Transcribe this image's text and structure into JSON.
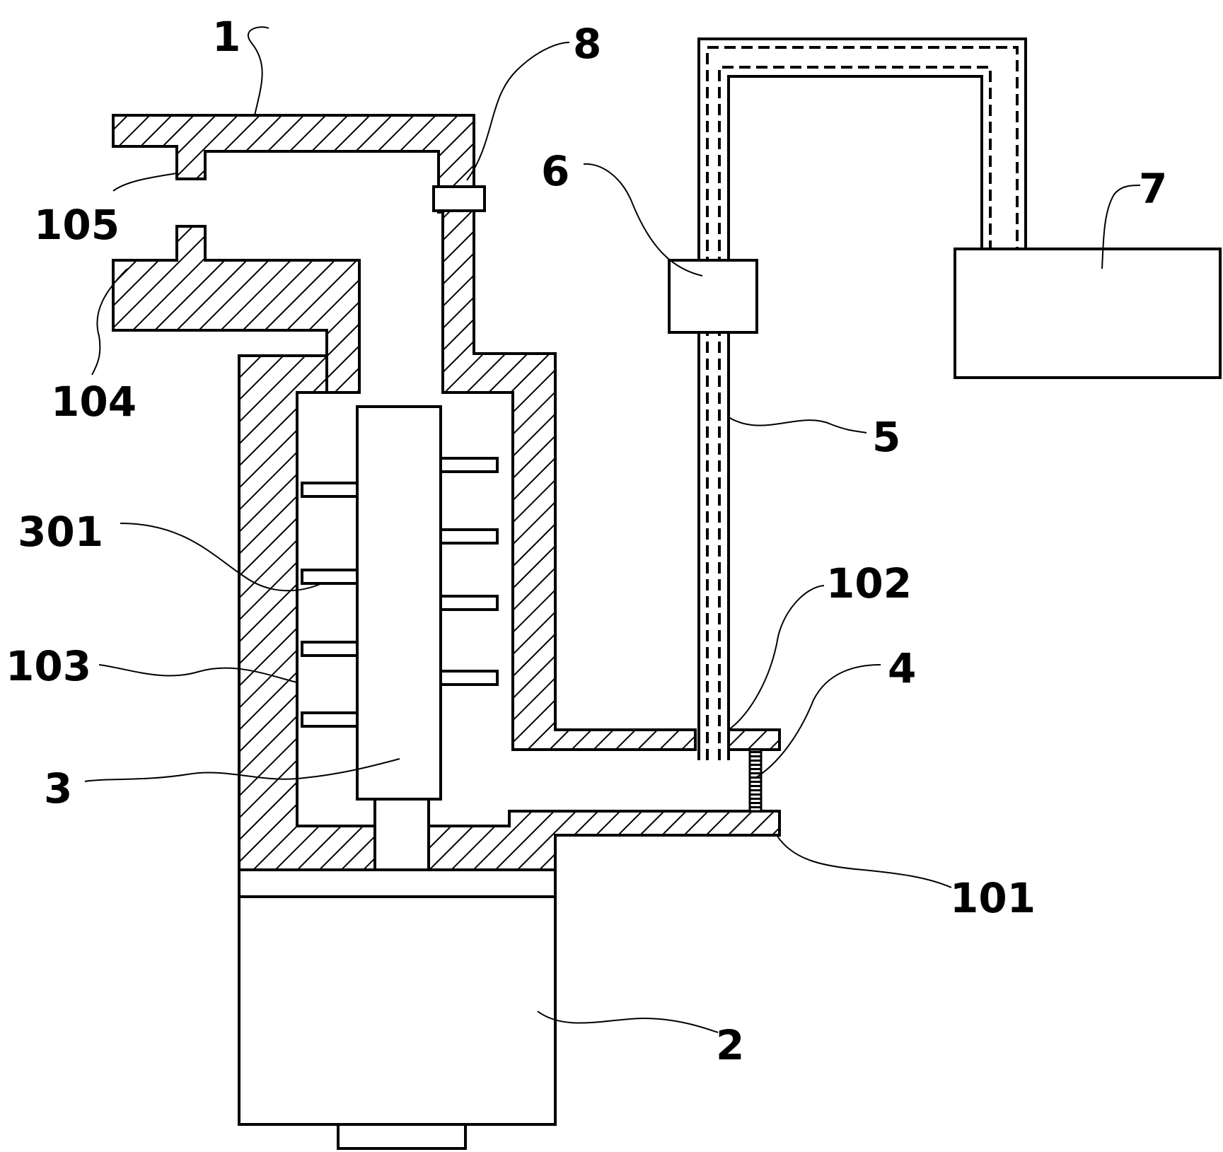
{
  "diagram": {
    "labels": {
      "l1": "1",
      "l8": "8",
      "l6": "6",
      "l7": "7",
      "l105": "105",
      "l104": "104",
      "l5": "5",
      "l301": "301",
      "l102": "102",
      "l103": "103",
      "l4": "4",
      "l3": "3",
      "l101": "101",
      "l2": "2"
    }
  }
}
